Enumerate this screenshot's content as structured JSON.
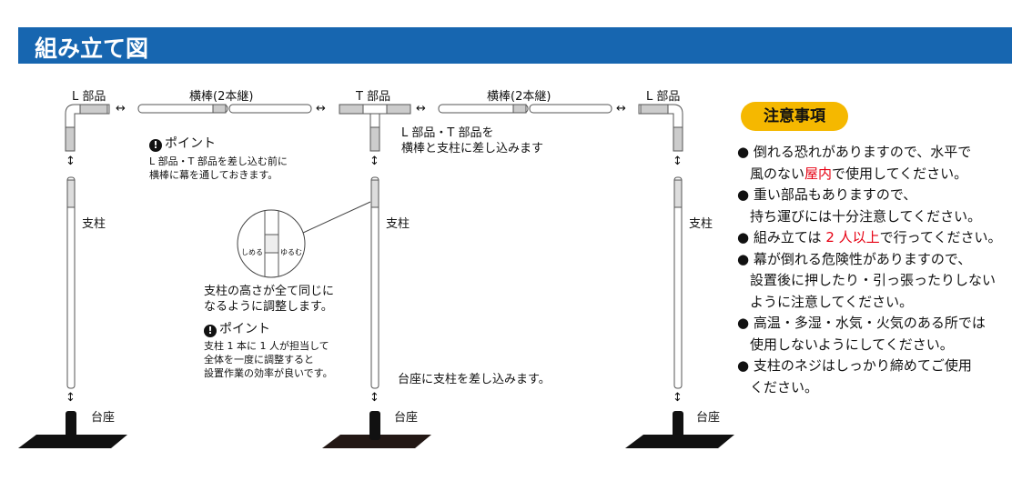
{
  "header": {
    "title": "組み立て図"
  },
  "labels": {
    "l_part": "L 部品",
    "t_part": "T 部品",
    "bar": "横棒(2本継)",
    "pole": "支柱",
    "base": "台座",
    "arrow_h": "↔",
    "arrow_v": "↕"
  },
  "point1": {
    "title": "ポイント",
    "lines": [
      "L 部品・T 部品を差し込む前に",
      "横棒に幕を通しておきます。"
    ]
  },
  "insert_note": {
    "lines": [
      "L 部品・T 部品を",
      "横棒と支柱に差し込みます"
    ]
  },
  "zoom_detail": {
    "tighten": "しめる",
    "loosen": "ゆるむ"
  },
  "adjust_note": {
    "lines": [
      "支柱の高さが全て同じに",
      "なるように調整します。"
    ]
  },
  "point2": {
    "title": "ポイント",
    "lines": [
      "支柱 1 本に 1 人が担当して",
      "全体を一度に調整すると",
      "設置作業の効率が良いです。"
    ]
  },
  "base_note": "台座に支柱を差し込みます。",
  "cautions": {
    "title": "注意事項",
    "items": [
      {
        "parts": [
          "倒れる恐れがありますので、水平で",
          "風のない",
          {
            "red": "屋内"
          },
          "で使用してください。"
        ]
      },
      {
        "text": [
          "重い部品もありますので、",
          "持ち運びには十分注意してください。"
        ]
      },
      {
        "pre": "組み立ては ",
        "red": "2 人以上",
        "post": "で行ってください。"
      },
      {
        "text": [
          "幕が倒れる危険性がありますので、",
          "設置後に押したり・引っ張ったりしない",
          "ように注意してください。"
        ]
      },
      {
        "text": [
          "高温・多湿・水気・火気のある所では",
          "使用しないようにしてください。"
        ]
      },
      {
        "text": [
          "支柱のネジはしっかり締めてご使用",
          "ください。"
        ]
      }
    ]
  },
  "colors": {
    "header": "#1766b0",
    "badge": "#f5b800",
    "accent_red": "#e60012"
  }
}
